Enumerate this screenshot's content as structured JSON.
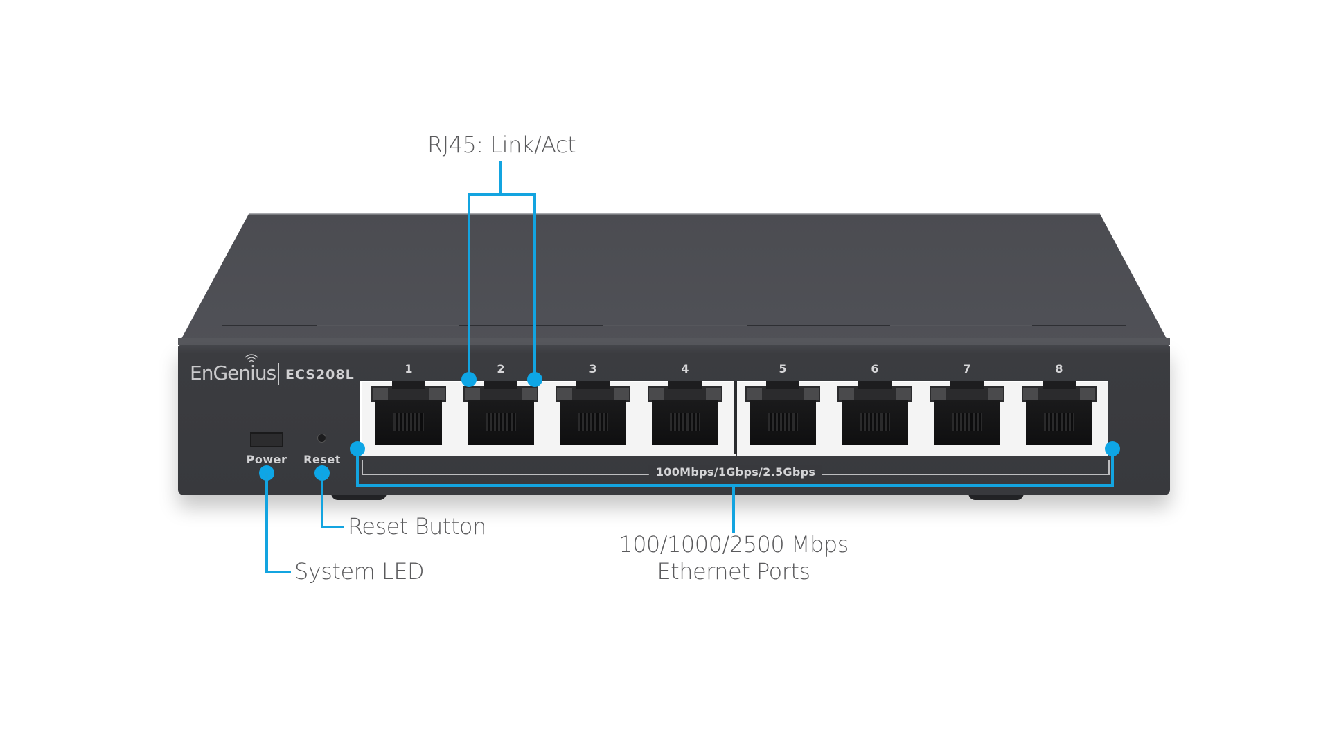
{
  "device": {
    "brand": "EnGenius",
    "model": "ECS208L",
    "ports": [
      {
        "number": "1"
      },
      {
        "number": "2"
      },
      {
        "number": "3"
      },
      {
        "number": "4"
      },
      {
        "number": "5"
      },
      {
        "number": "6"
      },
      {
        "number": "7"
      },
      {
        "number": "8"
      }
    ],
    "speed_label": "100Mbps/1Gbps/2.5Gbps",
    "power_label": "Power",
    "reset_label": "Reset"
  },
  "callouts": {
    "rj45": "RJ45: Link/Act",
    "reset_button": "Reset Button",
    "system_led": "System LED",
    "ethernet_line1": "100/1000/2500 Mbps",
    "ethernet_line2": "Ethernet Ports"
  },
  "colors": {
    "callout_blue": "#13a4e0",
    "chassis": "#3b3c40",
    "chassis_top": "#4e4f54",
    "label_text": "#5a5a5c"
  }
}
